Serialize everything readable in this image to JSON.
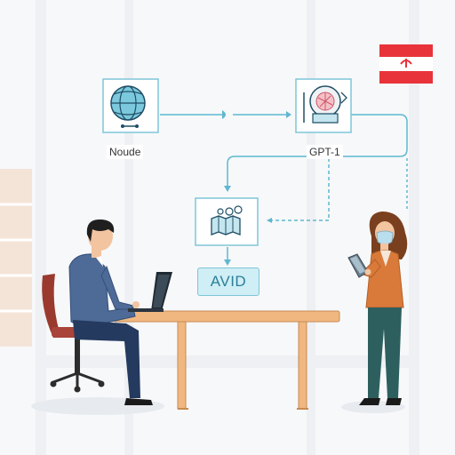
{
  "nodes": {
    "left": {
      "label": "Nоude",
      "icon": "globe-network-icon"
    },
    "right": {
      "label": "GPT-1",
      "icon": "brain-processor-icon"
    },
    "bottom": {
      "icon": "shared-map-icon"
    },
    "output": {
      "label": "AVID"
    }
  },
  "flag": {
    "icon": "flag-icon"
  },
  "people": {
    "seated": "man-at-laptop",
    "standing": "woman-with-tablet"
  },
  "colors": {
    "connector": "#5fb8cf",
    "node_border": "#7fc6d8",
    "node_fill": "#eaf7fb",
    "output_fill": "#cfeef5",
    "output_text": "#2c7f9a",
    "flag_red": "#e8333a",
    "desk_wood": "#f0b880",
    "man_suit": "#4e6a96",
    "woman_blazer": "#d97a3a",
    "woman_pants": "#2e5f5f"
  }
}
